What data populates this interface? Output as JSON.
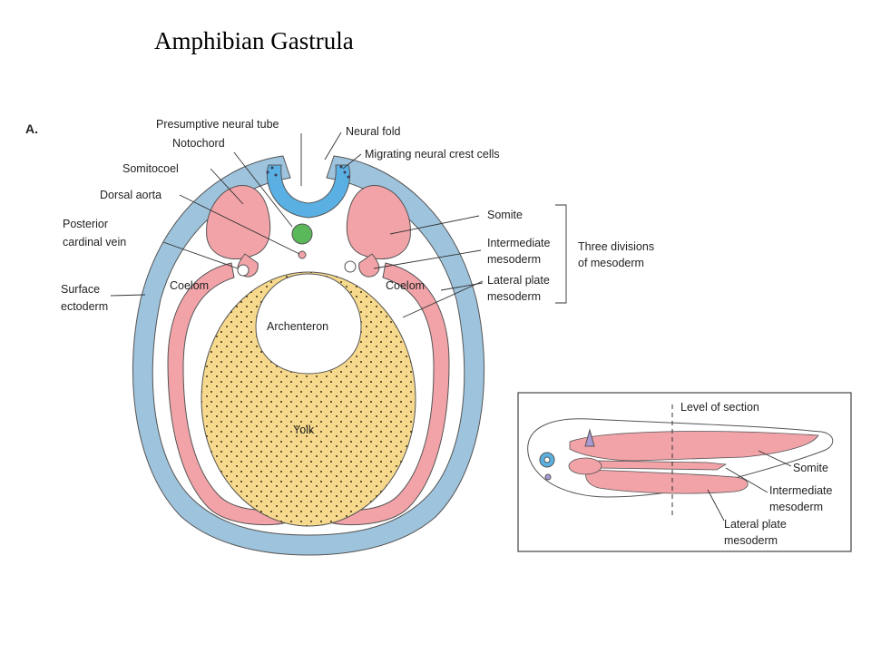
{
  "title": "Amphibian Gastrula",
  "panel_label": "A.",
  "colors": {
    "ectoderm": "#9ec3dc",
    "mesoderm": "#f2a3a8",
    "yolk": "#f6d98c",
    "notochord": "#5bb85a",
    "neural_tube": "#5ab0e3",
    "neural_crest": "#a99ad6"
  },
  "labels": {
    "presumptive_neural_tube": "Presumptive neural tube",
    "notochord": "Notochord",
    "somitocoel": "Somitocoel",
    "dorsal_aorta": "Dorsal aorta",
    "posterior_cardinal_vein_1": "Posterior",
    "posterior_cardinal_vein_2": "cardinal vein",
    "surface_ectoderm_1": "Surface",
    "surface_ectoderm_2": "ectoderm",
    "coelom_left": "Coelom",
    "coelom_right": "Coelom",
    "archenteron": "Archenteron",
    "yolk": "Yolk",
    "neural_fold": "Neural fold",
    "migrating_neural_crest": "Migrating neural crest cells",
    "somite": "Somite",
    "intermediate_mesoderm_1": "Intermediate",
    "intermediate_mesoderm_2": "mesoderm",
    "lateral_plate_mesoderm_1": "Lateral plate",
    "lateral_plate_mesoderm_2": "mesoderm",
    "three_divisions_1": "Three divisions",
    "three_divisions_2": "of mesoderm"
  },
  "inset": {
    "level_of_section": "Level of section",
    "somite": "Somite",
    "intermediate_1": "Intermediate",
    "intermediate_2": "mesoderm",
    "lateral_1": "Lateral plate",
    "lateral_2": "mesoderm"
  }
}
